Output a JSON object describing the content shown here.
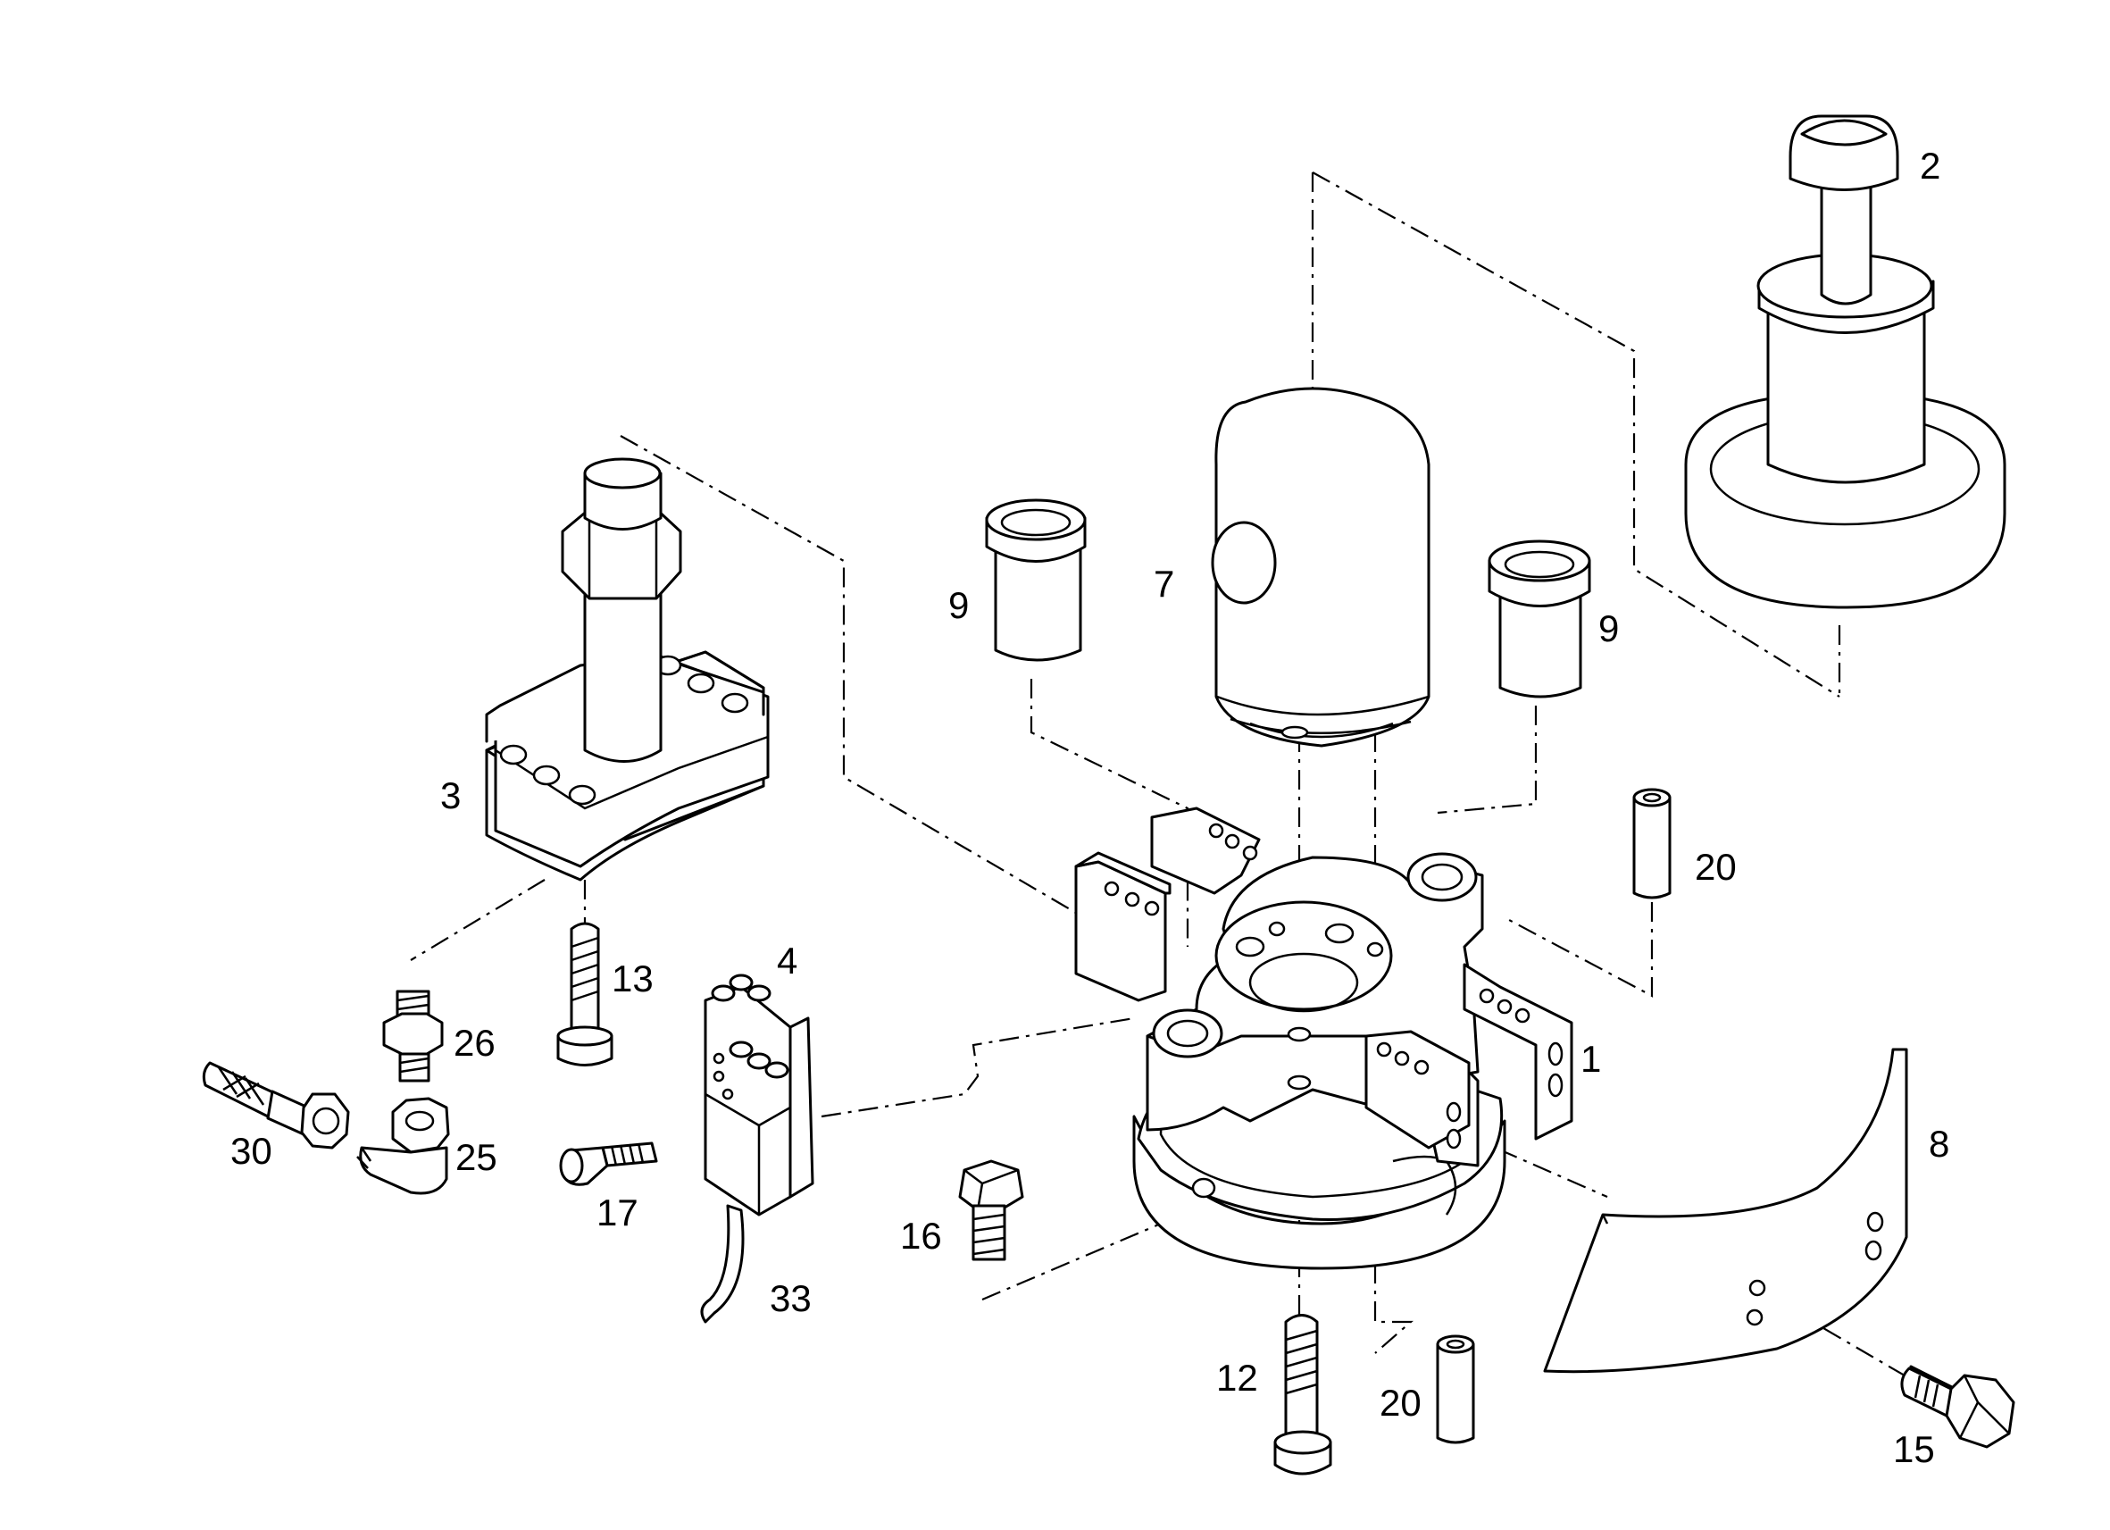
{
  "diagram": {
    "callouts": {
      "c1": "1",
      "c2": "2",
      "c3": "3",
      "c4": "4",
      "c7": "7",
      "c8": "8",
      "c9a": "9",
      "c9b": "9",
      "c12": "12",
      "c13": "13",
      "c15": "15",
      "c16": "16",
      "c17": "17",
      "c20a": "20",
      "c20b": "20",
      "c25": "25",
      "c26": "26",
      "c30": "30",
      "c33": "33"
    },
    "colors": {
      "line": "#000000",
      "background": "#ffffff"
    }
  }
}
